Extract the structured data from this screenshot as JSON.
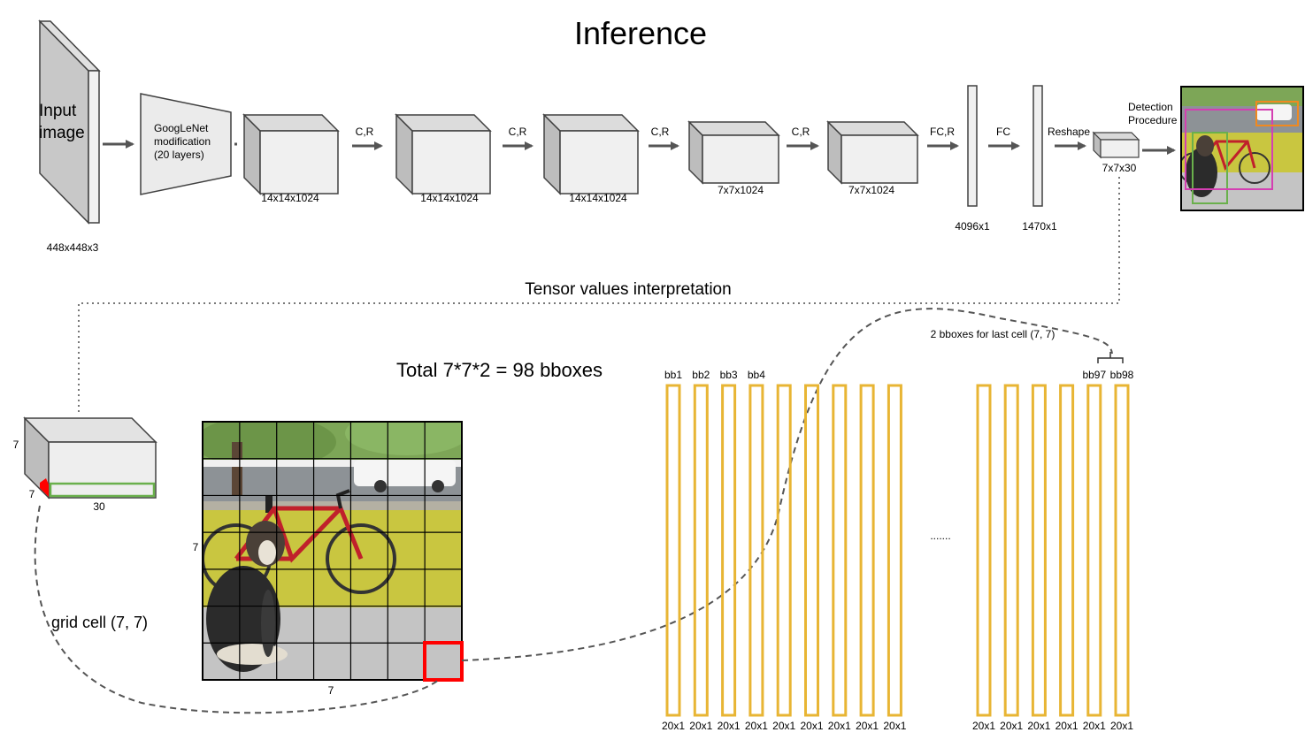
{
  "title": "Inference",
  "colors": {
    "box_front": "#f0f0f0",
    "box_side": "#bdbdbd",
    "box_top": "#d9d9d9",
    "stroke": "#404040",
    "arrow": "#555555",
    "highlight": "#ff0000",
    "bbox_bar": "#e8b534",
    "green": "#6ab04c",
    "photo_sky": "#7da657",
    "photo_wall": "#c9c640",
    "photo_floor": "#bfbfbf"
  },
  "pipeline": {
    "input_label": "Input\nimage",
    "input_size": "448x448x3",
    "googlenet_label": "GoogLeNet\nmodification\n(20 layers)",
    "block1_size": "14x14x1024",
    "arrow1": "C,R",
    "block2_size": "14x14x1024",
    "arrow2": "C,R",
    "block3_size": "14x14x1024",
    "arrow3": "C,R",
    "block4_size": "7x7x1024",
    "arrow4": "C,R",
    "block5_size": "7x7x1024",
    "arrow5": "FC,R",
    "fc1_size": "4096x1",
    "arrow6": "FC",
    "fc2_size": "1470x1",
    "arrow7": "Reshape",
    "output_size": "7x7x30",
    "detection_label": "Detection\nProcedure"
  },
  "interpretation": {
    "title": "Tensor values interpretation",
    "tensor_height": "7",
    "tensor_width": "7",
    "tensor_depth": "30",
    "grid_left_label": "7",
    "grid_bottom_label": "7",
    "grid_cell_label": "grid cell (7, 7)",
    "total_label": "Total 7*7*2 = 98 bboxes",
    "last_cell_note": "2 bboxes for last cell (7, 7)",
    "ellipsis": ".......",
    "bars_left": [
      {
        "top": "bb1",
        "bottom": "20x1"
      },
      {
        "top": "bb2",
        "bottom": "20x1"
      },
      {
        "top": "bb3",
        "bottom": "20x1"
      },
      {
        "top": "bb4",
        "bottom": "20x1"
      },
      {
        "top": "",
        "bottom": "20x1"
      },
      {
        "top": "",
        "bottom": "20x1"
      },
      {
        "top": "",
        "bottom": "20x1"
      },
      {
        "top": "",
        "bottom": "20x1"
      },
      {
        "top": "",
        "bottom": "20x1"
      }
    ],
    "bars_right": [
      {
        "top": "",
        "bottom": "20x1"
      },
      {
        "top": "",
        "bottom": "20x1"
      },
      {
        "top": "",
        "bottom": "20x1"
      },
      {
        "top": "",
        "bottom": "20x1"
      },
      {
        "top": "bb97",
        "bottom": "20x1"
      },
      {
        "top": "bb98",
        "bottom": "20x1"
      }
    ]
  }
}
